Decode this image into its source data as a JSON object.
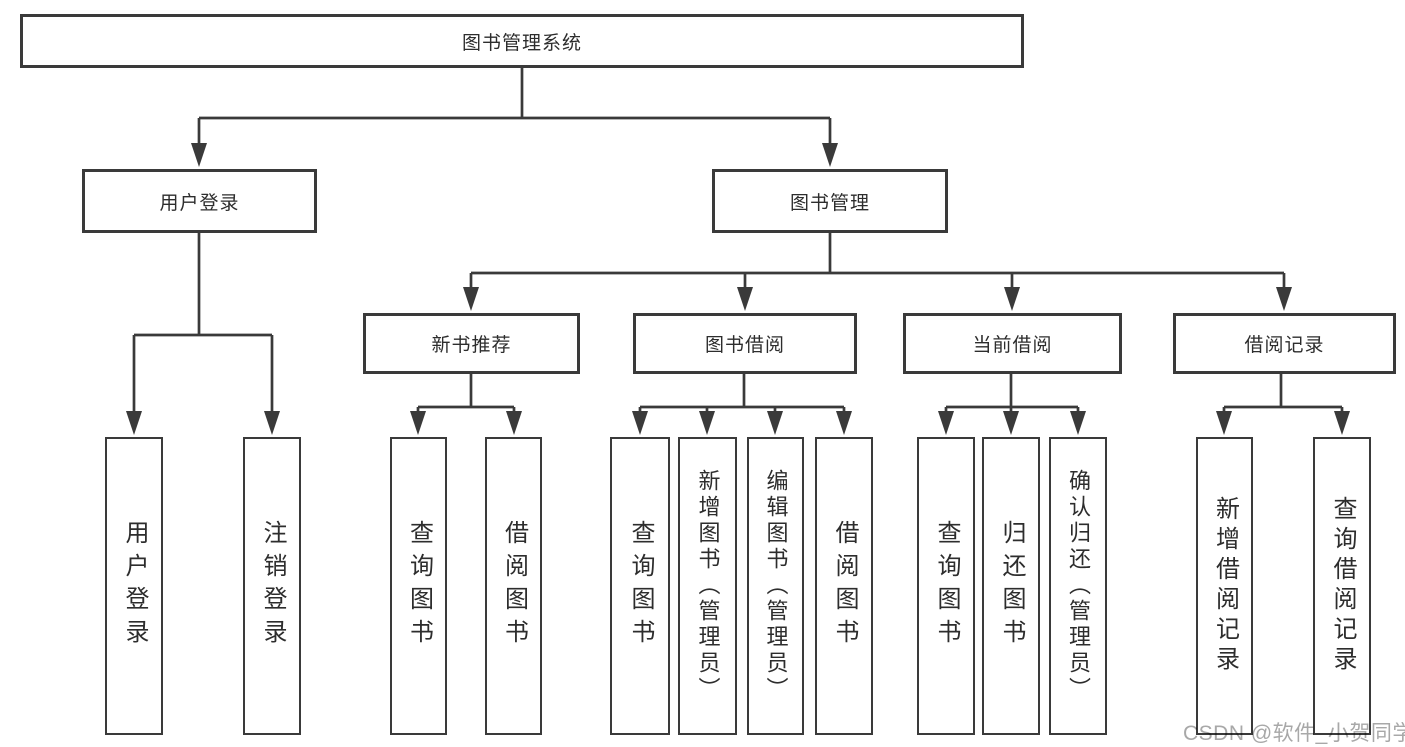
{
  "diagram": {
    "title_node": {
      "label": "图书管理系统"
    },
    "level2": [
      {
        "label": "用户登录"
      },
      {
        "label": "图书管理"
      }
    ],
    "level3": [
      {
        "label": "新书推荐"
      },
      {
        "label": "图书借阅"
      },
      {
        "label": "当前借阅"
      },
      {
        "label": "借阅记录"
      }
    ],
    "leaves": [
      {
        "label": "用户登录"
      },
      {
        "label": "注销登录"
      },
      {
        "label": "查询图书"
      },
      {
        "label": "借阅图书"
      },
      {
        "label": "查询图书"
      },
      {
        "label": "新增图书（管理员）"
      },
      {
        "label": "编辑图书（管理员）"
      },
      {
        "label": "借阅图书"
      },
      {
        "label": "查询图书"
      },
      {
        "label": "归还图书"
      },
      {
        "label": "确认归还（管理员）"
      },
      {
        "label": "新增借阅记录"
      },
      {
        "label": "查询借阅记录"
      }
    ],
    "watermark": "CSDN @软件_小贺同学",
    "colors": {
      "line": "#3a3a3a",
      "text": "#2d2d2d",
      "box_background": "#ffffff",
      "watermark": "#a8a8a8",
      "background": "#ffffff"
    }
  }
}
